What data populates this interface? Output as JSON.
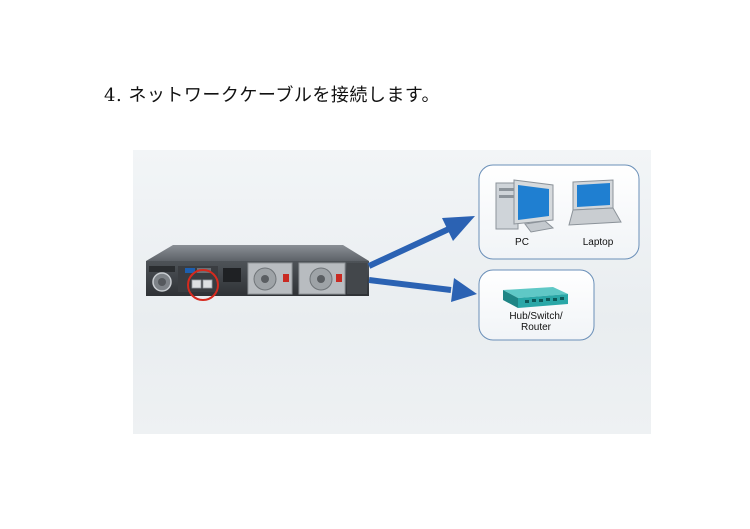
{
  "heading": "4. ネットワークケーブルを接続します。",
  "figure": {
    "devices_box": {
      "pc_label": "PC",
      "laptop_label": "Laptop"
    },
    "network_box": {
      "label_line1": "Hub/Switch/",
      "label_line2": "Router"
    },
    "colors": {
      "arrow": "#2b62b3",
      "highlight_circle": "#d62a1e",
      "box_border": "#6a8fb8",
      "hub": "#2aa7a7"
    }
  }
}
